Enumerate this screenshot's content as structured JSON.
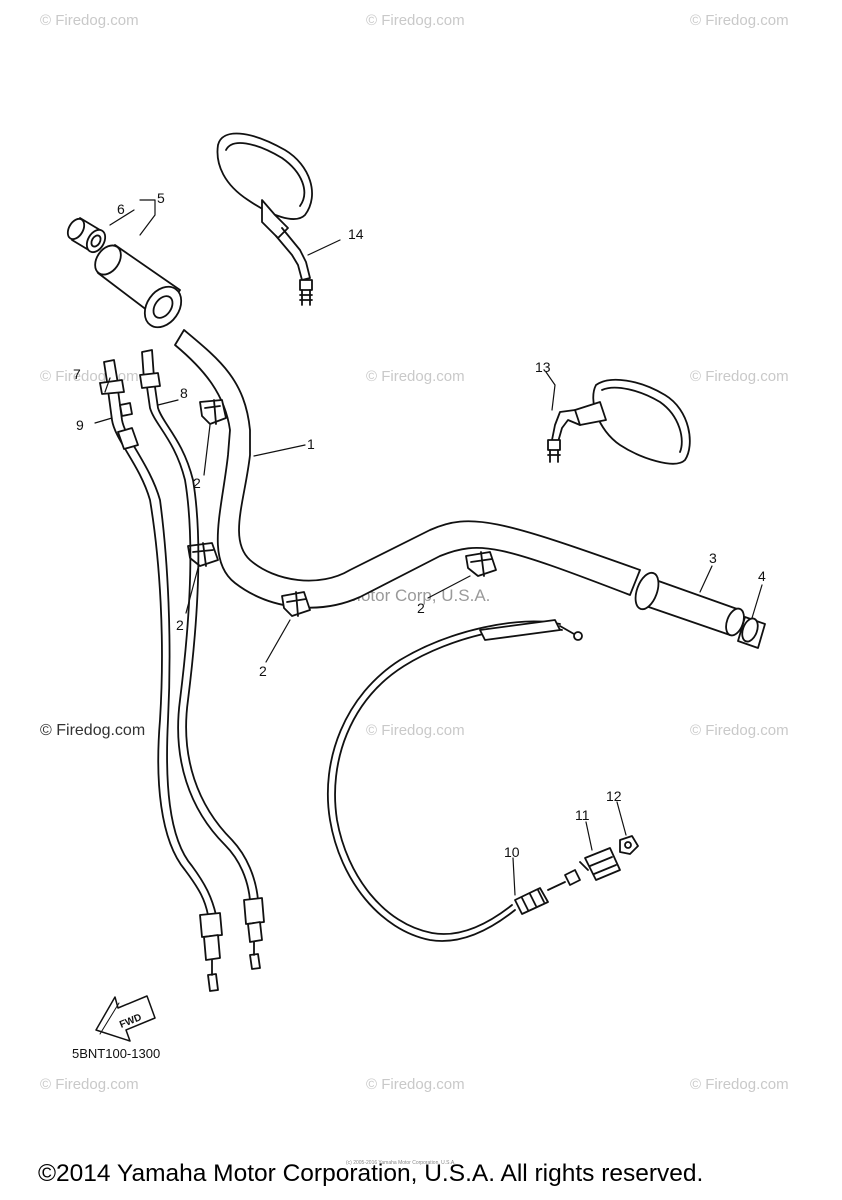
{
  "watermark": "© Firedog.com",
  "watermark_center": "Yamaha Motor Corp, U.S.A.",
  "callouts": [
    "1",
    "2",
    "2",
    "2",
    "2",
    "2",
    "3",
    "4",
    "5",
    "6",
    "7",
    "8",
    "9",
    "10",
    "11",
    "12",
    "13",
    "14"
  ],
  "fwd_label": "FWD",
  "diagram_code": "5BNT100-1300",
  "fine_print": "(c) 2005-2016 Yamaha Motor Corporation, U.S.A.",
  "copyright": "©2014 Yamaha Motor Corporation, U.S.A. All rights reserved."
}
